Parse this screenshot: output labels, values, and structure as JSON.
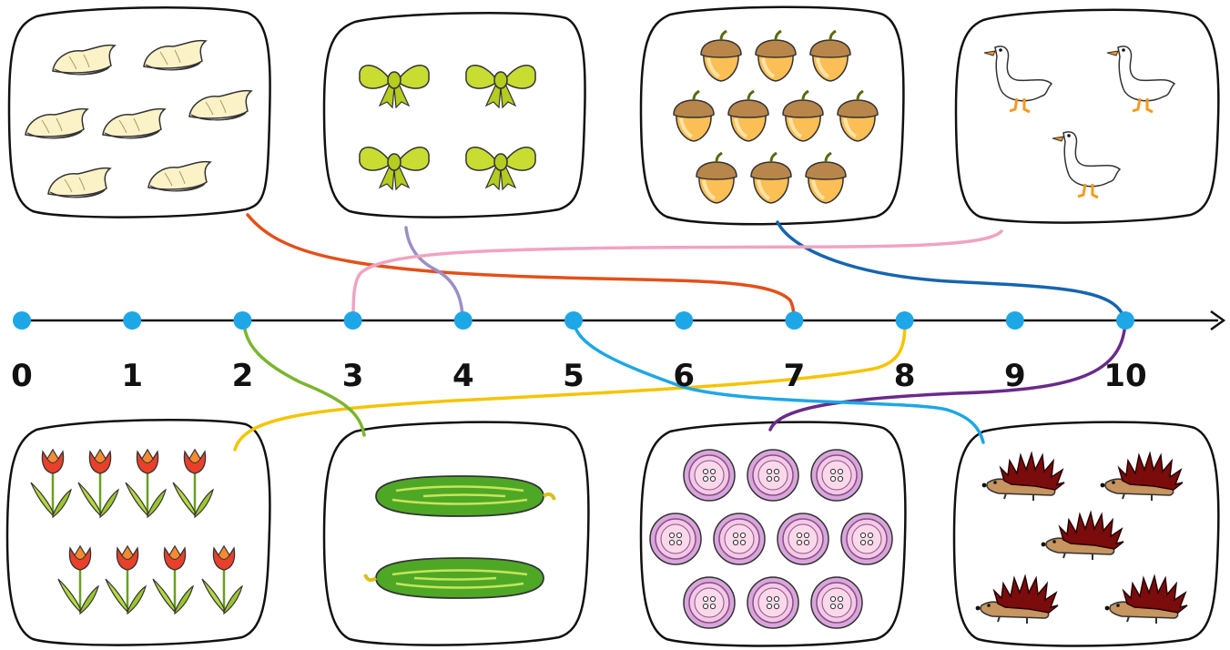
{
  "number_line": {
    "labels": [
      "0",
      "1",
      "2",
      "3",
      "4",
      "5",
      "6",
      "7",
      "8",
      "9",
      "10"
    ],
    "dot_color": "#1ea7e6",
    "line_color": "#111111"
  },
  "cards": [
    {
      "id": "dumplings",
      "object": "dumpling",
      "count": 7,
      "connects_to": 7,
      "line_color": "#e3501a"
    },
    {
      "id": "bows",
      "object": "bow",
      "count": 4,
      "connects_to": 4,
      "line_color": "#9b8fc6"
    },
    {
      "id": "acorns",
      "object": "acorn",
      "count": 10,
      "connects_to": 10,
      "line_color": "#1565b0"
    },
    {
      "id": "geese",
      "object": "goose",
      "count": 3,
      "connects_to": 3,
      "line_color": "#f0a3c2"
    },
    {
      "id": "tulips",
      "object": "tulip",
      "count": 8,
      "connects_to": 8,
      "line_color": "#f5c400"
    },
    {
      "id": "cucumbers",
      "object": "cucumber",
      "count": 2,
      "connects_to": 2,
      "line_color": "#7ab62e"
    },
    {
      "id": "buttons",
      "object": "button",
      "count": 10,
      "connects_to": 10,
      "line_color": "#6a2a8a"
    },
    {
      "id": "hedgehogs",
      "object": "hedgehog",
      "count": 5,
      "connects_to": 5,
      "line_color": "#1ea7e6"
    }
  ]
}
